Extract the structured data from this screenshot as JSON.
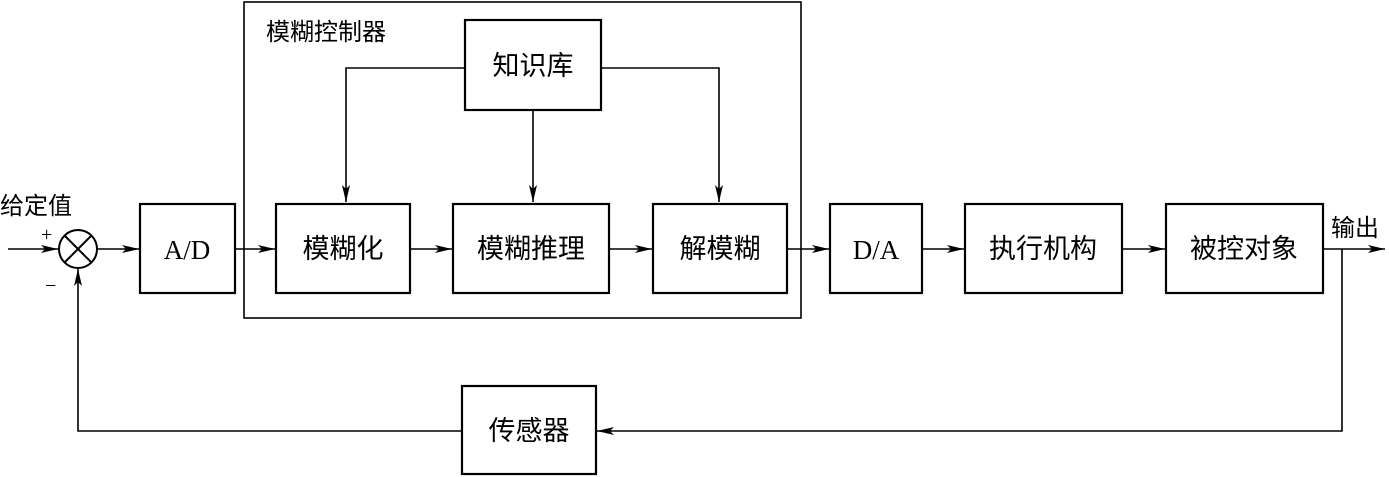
{
  "controller_title": "模糊控制器",
  "blocks": {
    "knowledge_base": "知识库",
    "fuzzification": "模糊化",
    "inference": "模糊推理",
    "defuzzification": "解模糊",
    "ad": "A/D",
    "da": "D/A",
    "actuator": "执行机构",
    "plant": "被控对象",
    "sensor": "传感器"
  },
  "signals": {
    "setpoint": "给定值",
    "output": "输出",
    "plus": "+",
    "minus": "−"
  }
}
